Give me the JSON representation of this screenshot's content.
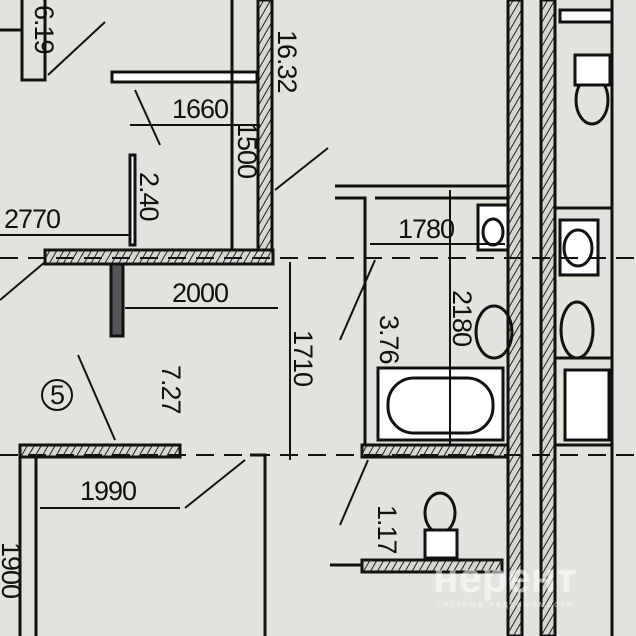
{
  "plan": {
    "dimensions": {
      "d1660": "1660",
      "d1500": "1500",
      "d2770": "2770",
      "d2000": "2000",
      "d1710": "1710",
      "d1990": "1990",
      "d1900": "1900",
      "d1780": "1780",
      "d2180": "2180"
    },
    "areas": {
      "a619": "6.19",
      "a1632": "16.32",
      "a240": "2.40",
      "a727": "7.27",
      "a376": "3.76",
      "a117": "1.17"
    },
    "room_number": "5"
  },
  "watermark": {
    "brand": "нерент",
    "tagline": "система недвижимости"
  }
}
